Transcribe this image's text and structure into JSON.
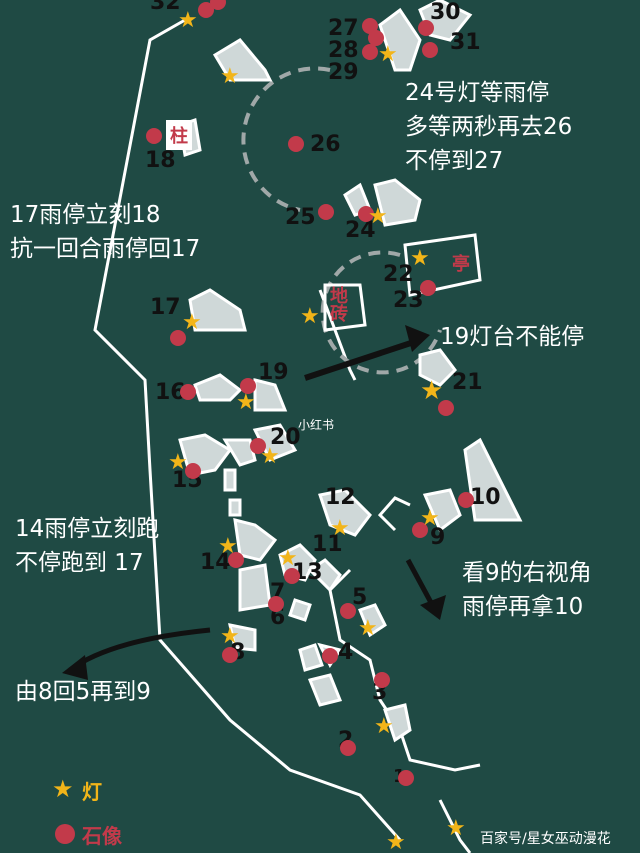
{
  "annotations": {
    "a24": [
      "24号灯等雨停",
      "多等两秒再去26",
      "不停到27"
    ],
    "a17": [
      "17雨停立刻18",
      "抗一回合雨停回17"
    ],
    "a19": "19灯台不能停",
    "a14": [
      "14雨停立刻跑",
      "不停跑到 17"
    ],
    "a9": [
      "看9的右视角",
      "雨停再拿10"
    ],
    "a8": "由8回5再到9"
  },
  "place_tags": {
    "pillar": "柱",
    "pavilion": "亭",
    "brick": "地砖"
  },
  "numbers": [
    "1",
    "2",
    "3",
    "4",
    "5",
    "6",
    "7",
    "8",
    "9",
    "10",
    "11",
    "12",
    "13",
    "14",
    "15",
    "16",
    "17",
    "18",
    "19",
    "20",
    "21",
    "22",
    "23",
    "24",
    "25",
    "26",
    "27",
    "28",
    "29",
    "30",
    "31",
    "32"
  ],
  "legend": {
    "star_label": "灯",
    "dot_label": "石像"
  },
  "watermark": "百家号/星女巫动漫花",
  "small_logo": "小红书",
  "colors": {
    "background": "#1f4a44",
    "dot": "#c23a4a",
    "star": "#f2b519",
    "rock": "#cfd8d8"
  }
}
